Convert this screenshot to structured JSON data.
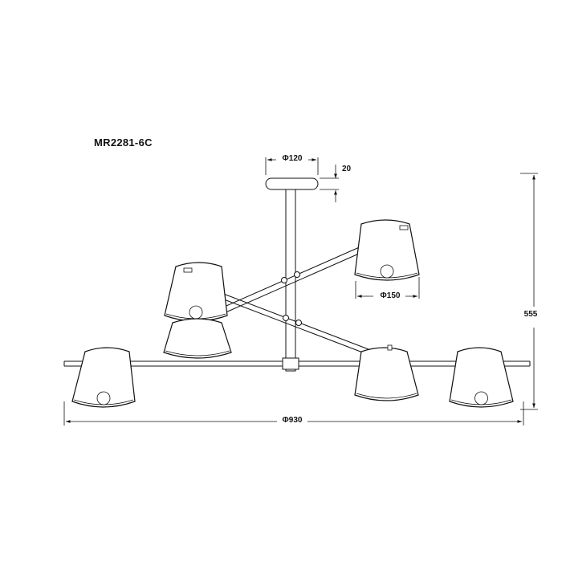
{
  "model": "MR2281-6C",
  "dimensions": {
    "canopy_diameter": "Φ120",
    "canopy_height": "20",
    "shade_diameter": "Φ150",
    "total_height": "555",
    "total_width": "Φ930"
  },
  "colors": {
    "line": "#111111",
    "background": "#ffffff"
  }
}
